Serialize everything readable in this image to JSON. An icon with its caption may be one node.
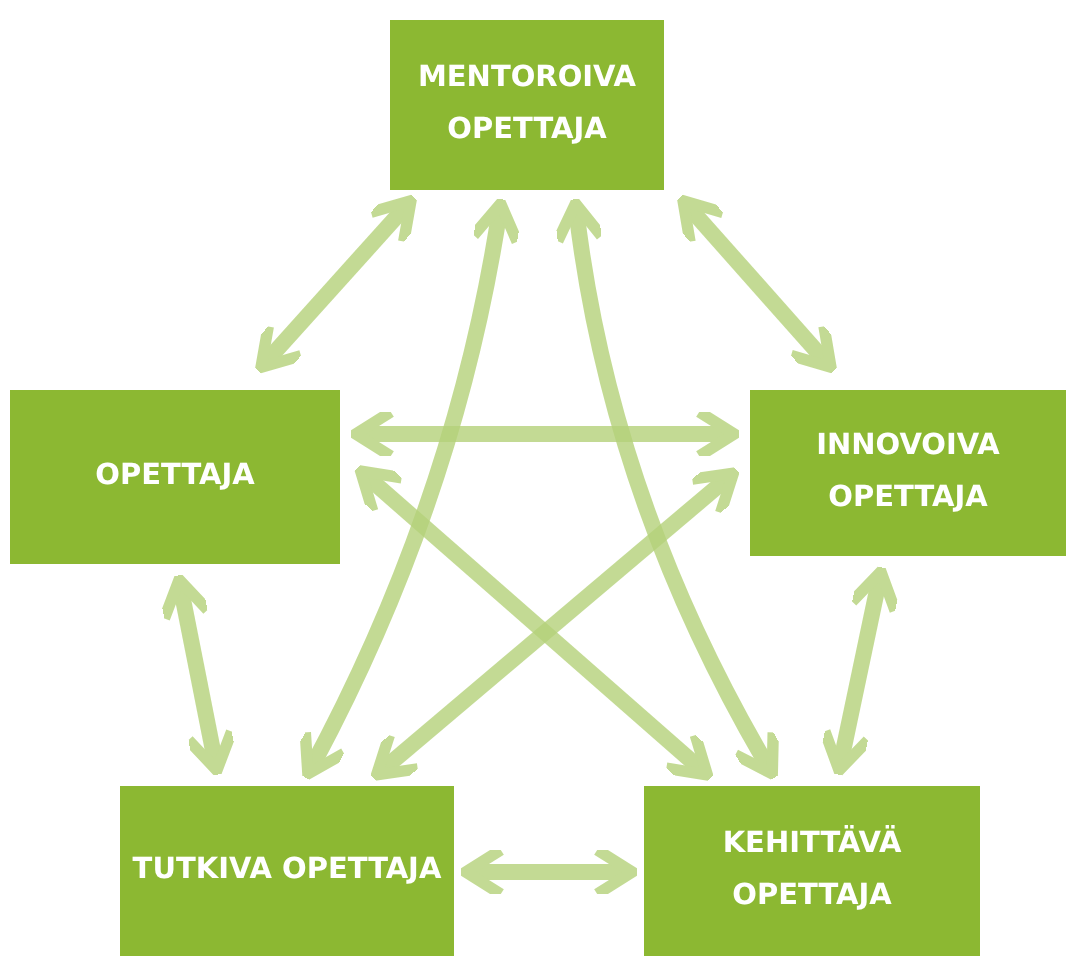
{
  "diagram": {
    "nodes": [
      {
        "text": [
          "MENTOROIVA OPETTAJA"
        ]
      },
      {
        "text": [
          "OPETTAJA"
        ]
      },
      {
        "text": [
          "INNOVOIVA OPETTAJA"
        ]
      },
      {
        "text": [
          "TUTKIVA OPETTAJA"
        ]
      },
      {
        "text": [
          "KEHITTÄVÄ OPETTAJA"
        ]
      }
    ],
    "edges": [
      {
        "from": 0,
        "to": 1,
        "arrow": "both"
      },
      {
        "from": 0,
        "to": 2,
        "arrow": "both"
      },
      {
        "from": 1,
        "to": 2,
        "arrow": "both"
      },
      {
        "from": 0,
        "to": 3,
        "arrow": "both"
      },
      {
        "from": 0,
        "to": 4,
        "arrow": "both"
      },
      {
        "from": 1,
        "to": 4,
        "arrow": "both"
      },
      {
        "from": 2,
        "to": 3,
        "arrow": "both"
      },
      {
        "from": 1,
        "to": 3,
        "arrow": "both"
      },
      {
        "from": 2,
        "to": 4,
        "arrow": "both"
      },
      {
        "from": 3,
        "to": 4,
        "arrow": "both"
      }
    ]
  }
}
